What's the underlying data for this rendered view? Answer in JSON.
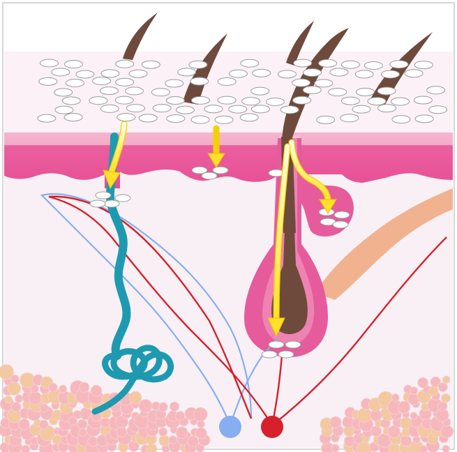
{
  "diagram": {
    "parts": [
      "stratum-corneum",
      "epidermis",
      "dermis",
      "hair-shafts",
      "hair-follicle",
      "sebaceous-gland",
      "arrector-pili-muscle",
      "sweat-gland",
      "blood-vessel-artery",
      "blood-vessel-vein",
      "subcutaneous-fat",
      "penetration-pathways"
    ],
    "colors": {
      "stratum_corneum": "#fbf2f6",
      "corneocyte": "#ffffff",
      "epidermis": "#e9559a",
      "epidermis_light": "#f6b3cd",
      "dermis": "#f7eef4",
      "hair": "#6e4a3c",
      "follicle": "#e65b9b",
      "sweat_gland": "#1e9ab0",
      "artery": "#d6202c",
      "vein": "#86aef0",
      "muscle": "#f1b28f",
      "fat_cell": "#f6b8bd",
      "fat_cell_alt": "#f4c8a0",
      "arrow": "#ffe53a",
      "arrow_light": "#fff6a8"
    }
  }
}
